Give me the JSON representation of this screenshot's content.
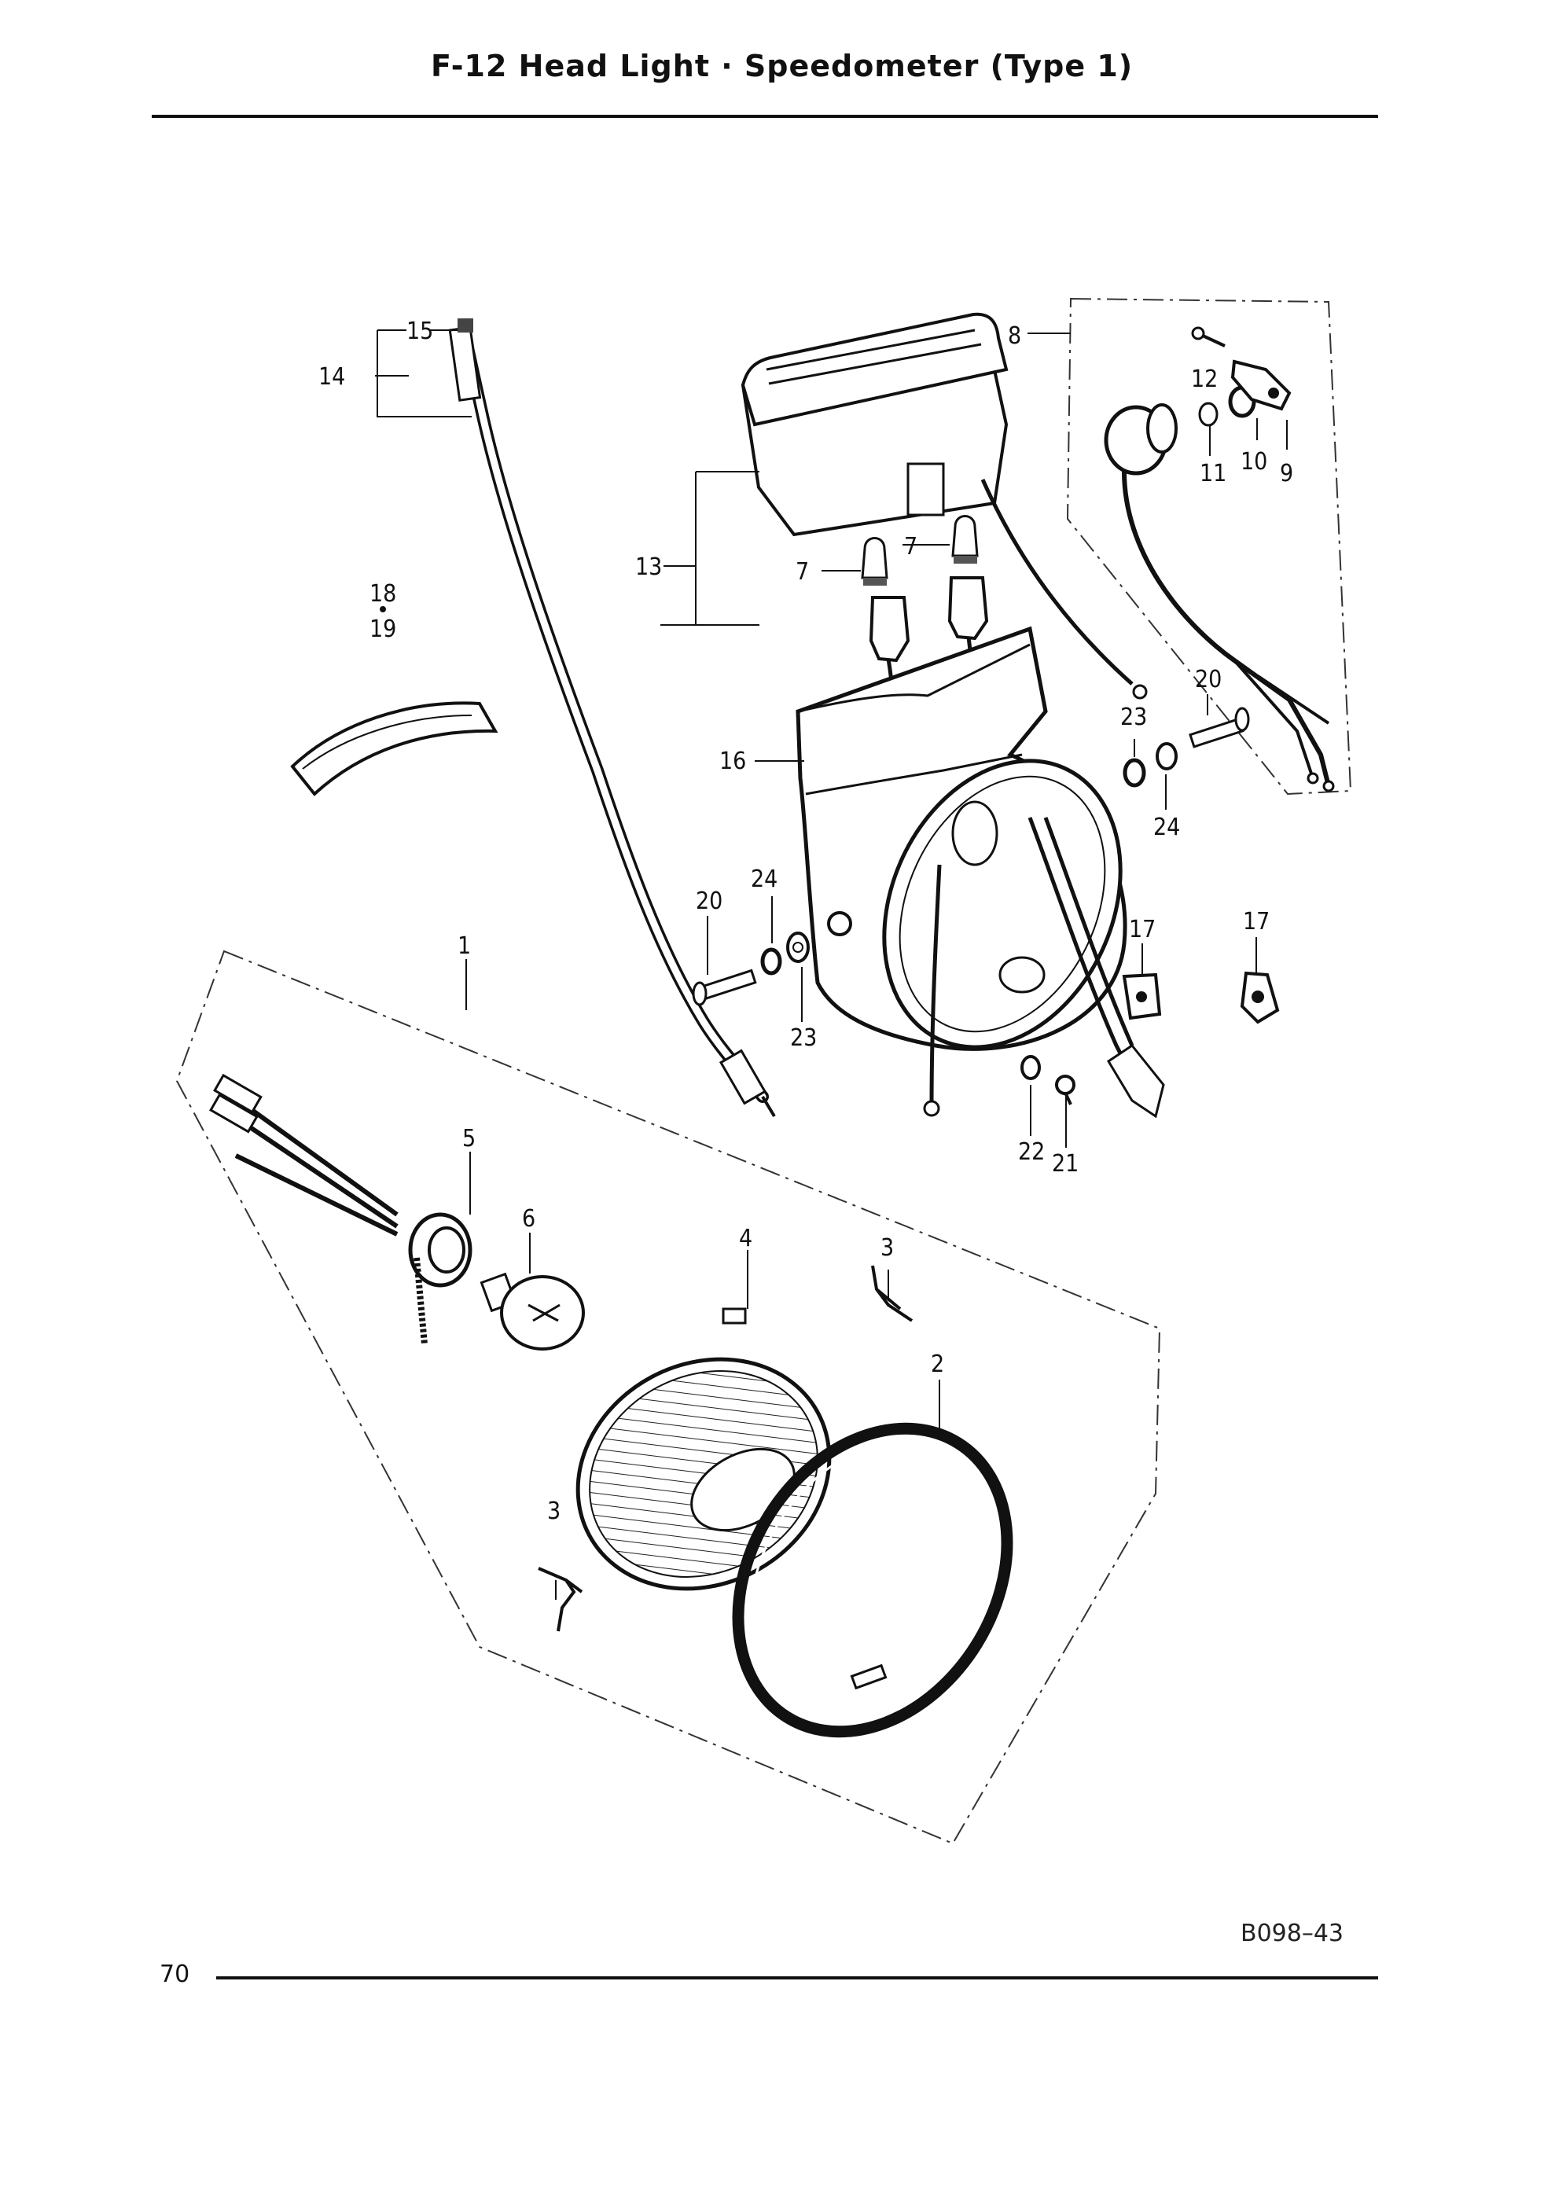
{
  "header": {
    "title": "F-12  Head Light · Speedometer  (Type 1)"
  },
  "footer": {
    "page_number": "70",
    "figure_code": "B098–43"
  },
  "callouts": {
    "c1": "1",
    "c2": "2",
    "c3a": "3",
    "c3b": "3",
    "c4": "4",
    "c5": "5",
    "c6": "6",
    "c7a": "7",
    "c7b": "7",
    "c8": "8",
    "c9": "9",
    "c10": "10",
    "c11": "11",
    "c12": "12",
    "c13": "13",
    "c14": "14",
    "c15": "15",
    "c16": "16",
    "c17a": "17",
    "c17b": "17",
    "c18": "18",
    "c19": "19",
    "c20a": "20",
    "c20b": "20",
    "c21": "21",
    "c22": "22",
    "c23a": "23",
    "c23b": "23",
    "c24a": "24",
    "c24b": "24"
  },
  "icons": {
    "speedometer": "speedometer-icon",
    "cable": "speedometer-cable-icon",
    "case": "headlight-case-icon",
    "lens": "headlight-lens-icon",
    "rim": "headlight-rim-icon",
    "socket": "bulb-socket-icon",
    "bulb": "headlight-bulb-icon",
    "switch": "switch-icon",
    "reflector": "reflector-icon"
  }
}
